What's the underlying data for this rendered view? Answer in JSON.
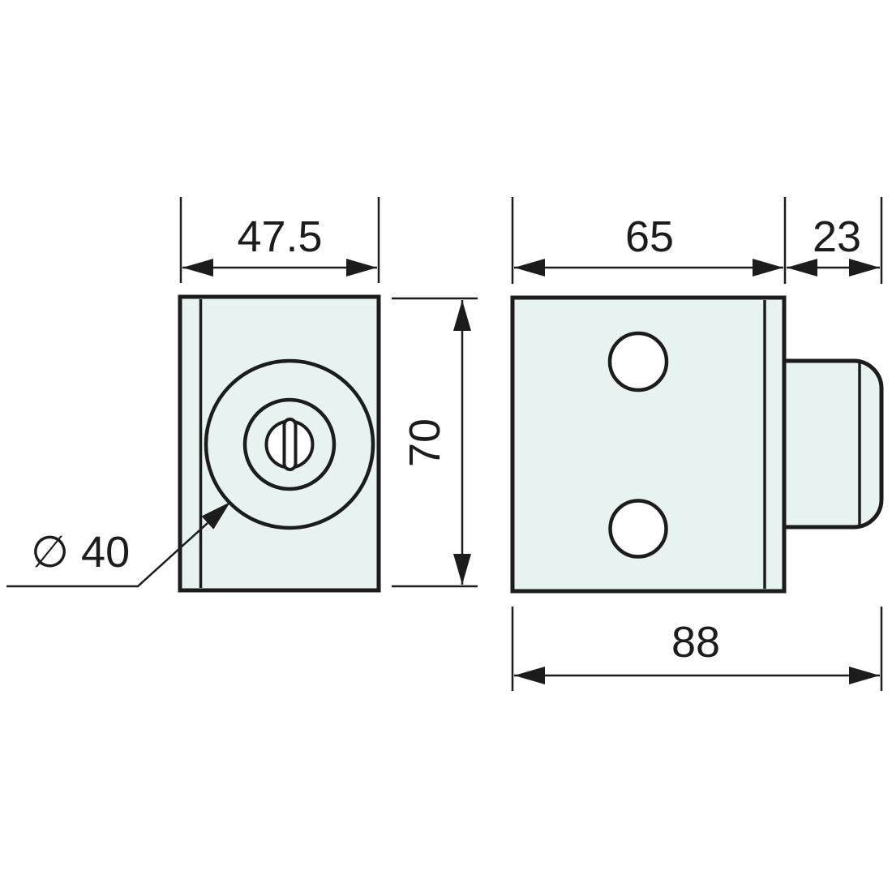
{
  "colors": {
    "stroke": "#1c1c1c",
    "body_fill": "#e8f2f1",
    "hole_fill": "#ffffff",
    "background": "#ffffff"
  },
  "front_view": {
    "width_label": "47.5",
    "height_label": "70",
    "cylinder_diameter_label": "∅ 40"
  },
  "side_view": {
    "body_width_label": "65",
    "latch_depth_label": "23",
    "total_width_label": "88"
  }
}
